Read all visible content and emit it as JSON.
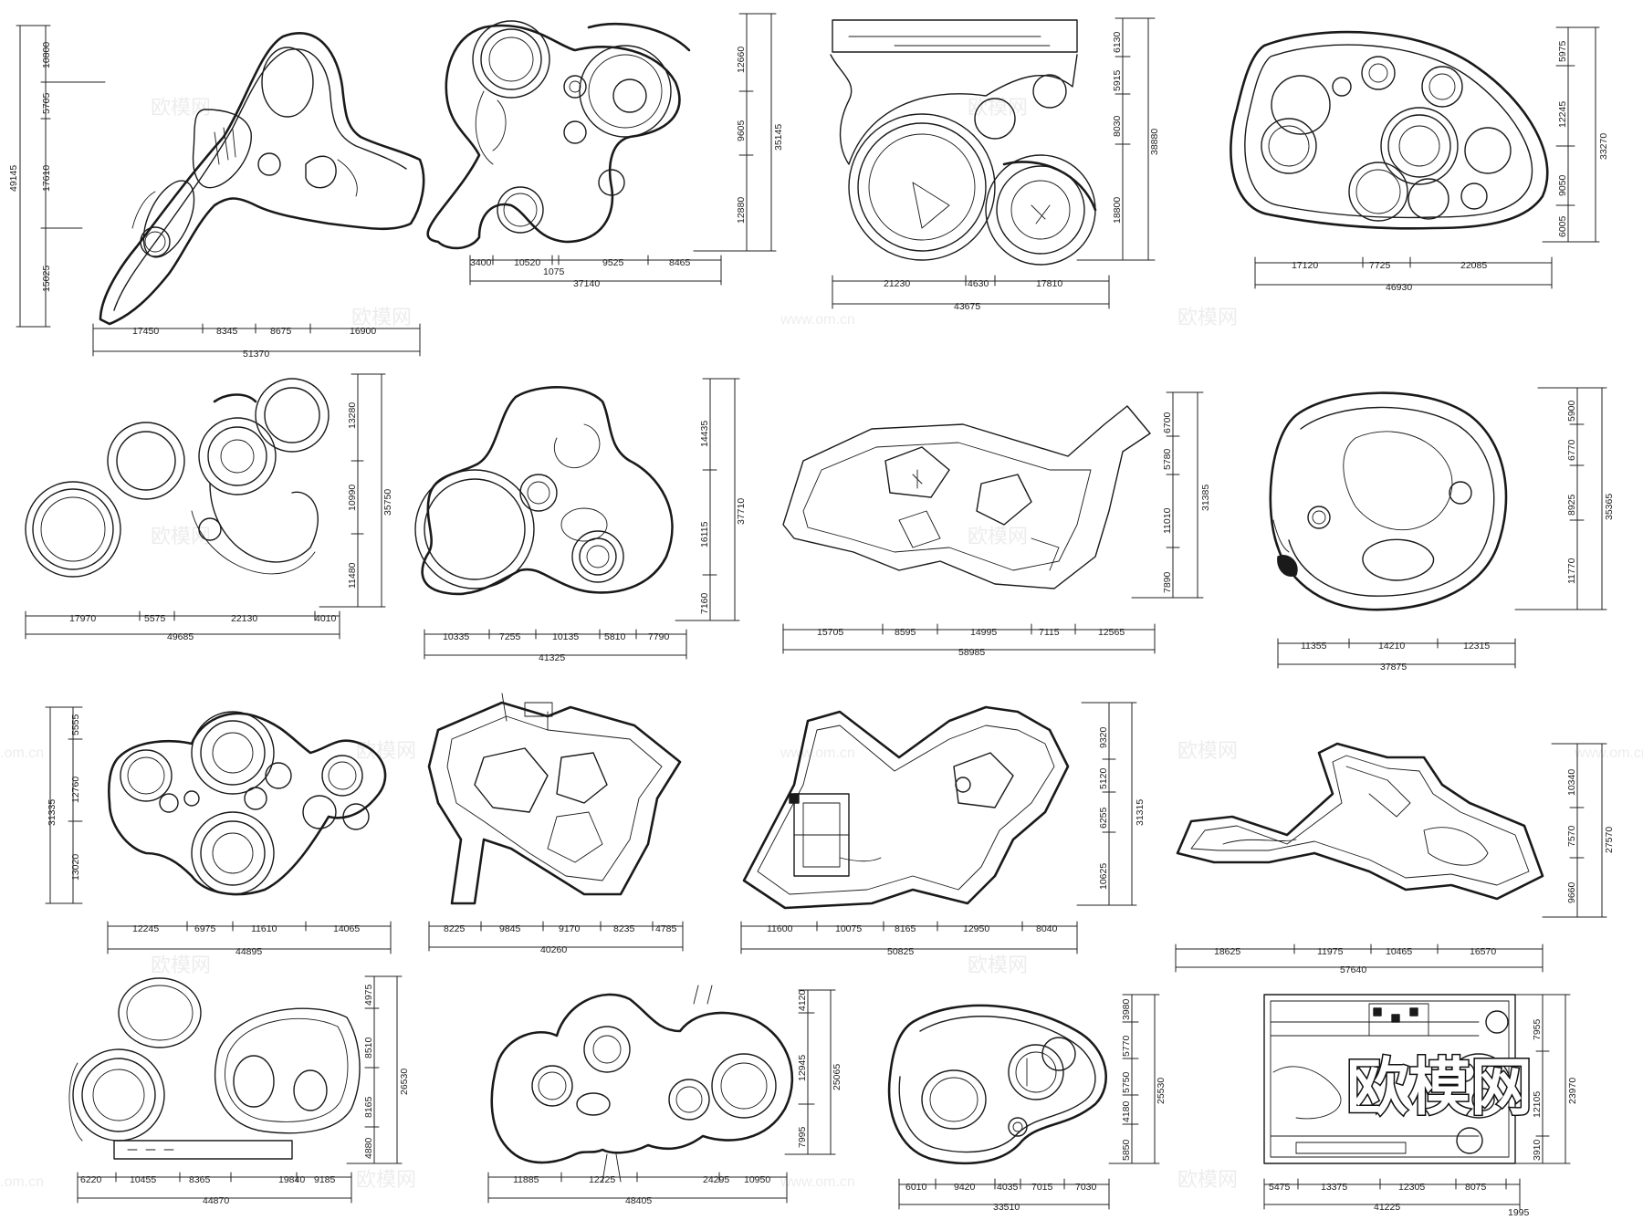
{
  "brand_watermark": "欧模网",
  "tile_watermark": "欧模网",
  "url_watermark": "www.om.cn",
  "edge_watermark": ".om.cn",
  "plans": [
    {
      "id": "p1",
      "bottom": [
        "17450",
        "8345",
        "8675",
        "16900"
      ],
      "bottom_total": "51370",
      "left": [
        "10800",
        "5705",
        "17610",
        "15025"
      ],
      "left_total": "49145"
    },
    {
      "id": "p2",
      "bottom": [
        "3400",
        "10520",
        "1075",
        "9525",
        "8465"
      ],
      "bottom_total": "37140",
      "right": [
        "12660",
        "9605",
        "12880"
      ],
      "right_total": "35145"
    },
    {
      "id": "p3",
      "bottom": [
        "21230",
        "4630",
        "17810"
      ],
      "bottom_total": "43675",
      "right": [
        "6130",
        "5915",
        "8030",
        "18800"
      ],
      "right_total": "38880"
    },
    {
      "id": "p4",
      "bottom": [
        "17120",
        "7725",
        "22085"
      ],
      "bottom_total": "46930",
      "right": [
        "5975",
        "12245",
        "9050",
        "6005"
      ],
      "right_total": "33270"
    },
    {
      "id": "p5",
      "bottom": [
        "17970",
        "5575",
        "22130",
        "4010"
      ],
      "bottom_total": "49685",
      "right": [
        "13280",
        "10990",
        "11480"
      ],
      "right_total": "35750"
    },
    {
      "id": "p6",
      "bottom": [
        "10335",
        "7255",
        "10135",
        "5810",
        "7790"
      ],
      "bottom_total": "41325",
      "right": [
        "14435",
        "16115",
        "7160"
      ],
      "right_total": "37710"
    },
    {
      "id": "p7",
      "bottom": [
        "15705",
        "8595",
        "14995",
        "7115",
        "12565"
      ],
      "bottom_total": "58985",
      "right": [
        "6700",
        "5780",
        "11010",
        "7890"
      ],
      "right_total": "31385"
    },
    {
      "id": "p8",
      "bottom": [
        "11355",
        "14210",
        "12315"
      ],
      "bottom_total": "37875",
      "right": [
        "5900",
        "6770",
        "8925",
        "11770"
      ],
      "right_total": "35365"
    },
    {
      "id": "p9",
      "bottom": [
        "12245",
        "6975",
        "11610",
        "14065"
      ],
      "bottom_total": "44895",
      "left": [
        "5555",
        "12760",
        "13020"
      ],
      "left_total": "31335"
    },
    {
      "id": "p10",
      "bottom": [
        "8225",
        "9845",
        "9170",
        "8235",
        "4785"
      ],
      "bottom_total": "40260"
    },
    {
      "id": "p11",
      "bottom": [
        "11600",
        "10075",
        "8165",
        "12950",
        "8040"
      ],
      "bottom_total": "50825",
      "right": [
        "9320",
        "5120",
        "6255",
        "10625"
      ],
      "right_total": "31315"
    },
    {
      "id": "p12",
      "bottom": [
        "18625",
        "11975",
        "10465",
        "16570"
      ],
      "bottom_total": "57640",
      "right": [
        "10340",
        "7570",
        "9660"
      ],
      "right_total": "27570"
    },
    {
      "id": "p13",
      "bottom": [
        "6220",
        "10455",
        "8365",
        "19840",
        "9185"
      ],
      "bottom_total": "44870",
      "right": [
        "4975",
        "8510",
        "8165",
        "4880"
      ],
      "right_total": "26530"
    },
    {
      "id": "p14",
      "bottom": [
        "11885",
        "12225",
        "24295",
        "10950"
      ],
      "bottom_total": "48405",
      "right": [
        "4120",
        "12945",
        "7995"
      ],
      "right_total": "25065"
    },
    {
      "id": "p15",
      "bottom": [
        "6010",
        "9420",
        "4035",
        "7015",
        "7030"
      ],
      "bottom_total": "33510",
      "right": [
        "3980",
        "5770",
        "5750",
        "4180",
        "5850"
      ],
      "right_total": "25530"
    },
    {
      "id": "p16",
      "bottom": [
        "5475",
        "13375",
        "12305",
        "8075",
        "1995"
      ],
      "bottom_total": "41225",
      "right": [
        "7955",
        "12105",
        "3910"
      ],
      "right_total": "23970"
    }
  ]
}
